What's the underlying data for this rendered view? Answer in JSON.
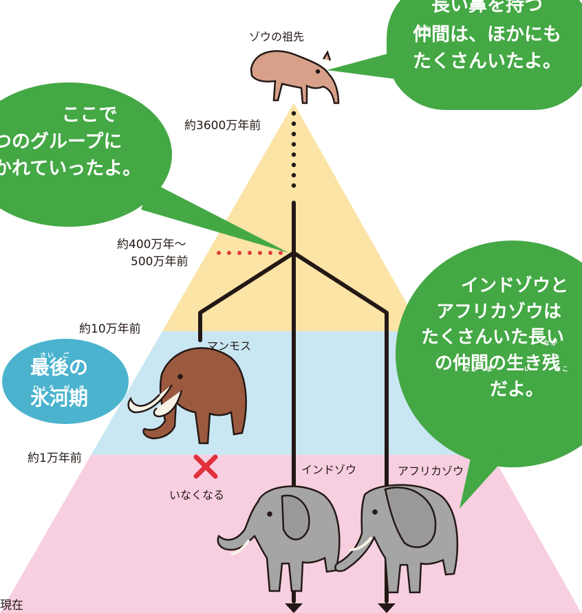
{
  "colors": {
    "era_top": "#fbe4a6",
    "era_middle": "#c9e6f3",
    "era_bottom": "#f7cfe0",
    "bubble_green": "#44a845",
    "bubble_teal": "#4bb3ce",
    "dotted_red": "#e03c3c",
    "cross_red": "#e0303a",
    "line": "#231815"
  },
  "labels": {
    "ancestor": "ゾウの祖先",
    "t_36m": "約3600万年前",
    "t_4m_a": "約400万年〜",
    "t_4m_b": "500万年前",
    "t_100k": "約10万年前",
    "t_10k": "約1万年前",
    "present": "現在",
    "mammoth": "マンモス",
    "extinct": "いなくなる",
    "indian": "インドゾウ",
    "african": "アフリカゾウ"
  },
  "bubbles": {
    "top_right": {
      "lines": [
        "長い鼻を持つ",
        "仲間は、ほかにも",
        "たくさんいたよ。"
      ],
      "ruby": "なか　ま"
    },
    "left": {
      "lines": [
        "ここで",
        "つのグループに",
        "かれていったよ。"
      ]
    },
    "ice_age": {
      "lines": [
        "最後の",
        "氷河期"
      ],
      "ruby1": "さい　ご",
      "ruby2": "ひょう　が　き"
    },
    "right": {
      "lines": [
        "インドゾウと",
        "アフリカゾウは",
        "たくさんいた長い",
        "の仲間の生き残",
        "だよ。"
      ],
      "ruby": "なが",
      "ruby2": "なか　ま　　　　い　　　のこ"
    }
  },
  "icons": [
    "ancestor-animal-icon",
    "mammoth-icon",
    "indian-elephant-icon",
    "african-elephant-icon",
    "cross-icon",
    "down-arrow-icon"
  ]
}
